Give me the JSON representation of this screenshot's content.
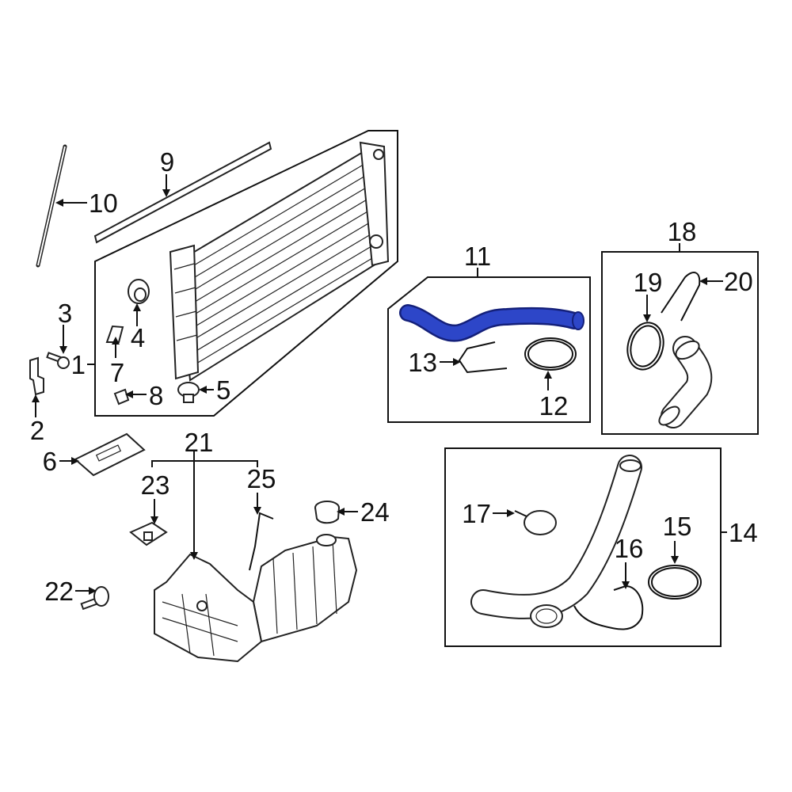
{
  "colors": {
    "highlight": "#2d46c8",
    "highlight_dark": "#14207a",
    "line": "#111111"
  },
  "parts": {
    "p1": "1",
    "p2": "2",
    "p3": "3",
    "p4": "4",
    "p5": "5",
    "p6": "6",
    "p7": "7",
    "p8": "8",
    "p9": "9",
    "p10": "10",
    "p11": "11",
    "p12": "12",
    "p13": "13",
    "p14": "14",
    "p15": "15",
    "p16": "16",
    "p17": "17",
    "p18": "18",
    "p19": "19",
    "p20": "20",
    "p21": "21",
    "p22": "22",
    "p23": "23",
    "p24": "24",
    "p25": "25"
  },
  "highlighted_part": "11"
}
